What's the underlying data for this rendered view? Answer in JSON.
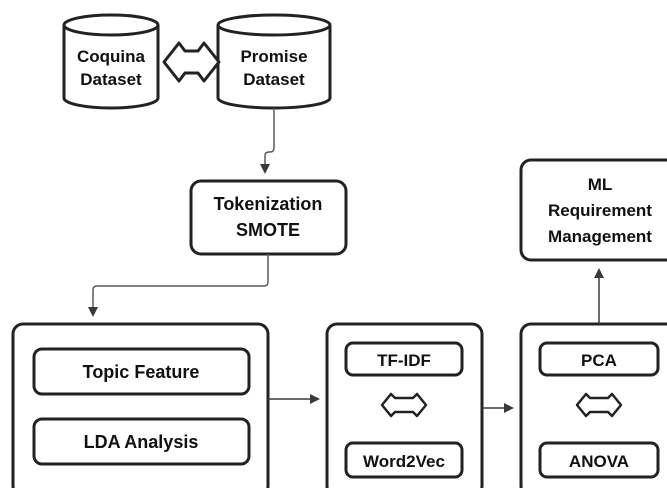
{
  "datasets": {
    "coquina": {
      "line1": "Coquina",
      "line2": "Dataset"
    },
    "promise": {
      "line1": "Promise",
      "line2": "Dataset"
    }
  },
  "preprocessing": {
    "line1": "Tokenization",
    "line2": "SMOTE"
  },
  "topic_block": {
    "item1": "Topic Feature",
    "item2": "LDA Analysis"
  },
  "vector_block": {
    "item1": "TF-IDF",
    "item2": "Word2Vec"
  },
  "selection_block": {
    "item1": "PCA",
    "item2": "ANOVA"
  },
  "ml_block": {
    "line1": "ML",
    "line2": "Requirement",
    "line3": "Management"
  }
}
